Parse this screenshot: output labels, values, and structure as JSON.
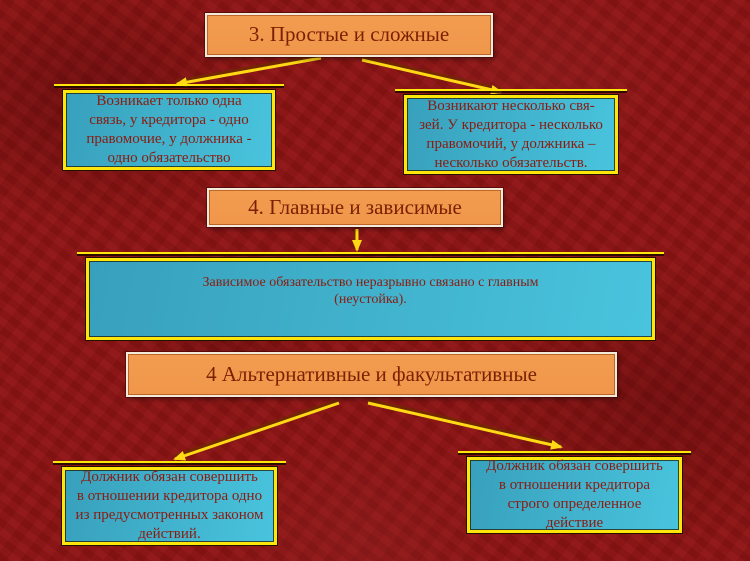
{
  "palette": {
    "bg_red": "#8c1414",
    "orange_fill": "#f0964a",
    "orange_border": "#f3ead9",
    "teal_dark": "#38a0bc",
    "teal_light": "#49c4de",
    "yellow_border": "#ffe60a",
    "arrow_yellow": "#ffd916",
    "arrow_shadow": "#6e2a00",
    "title_text": "#7a2104",
    "body_text": "#8b1c10"
  },
  "diagram": {
    "title_simple_complex": "3. Простые и сложные",
    "simple_text": "Возникает только одна\nсвязь, у кредитора - одно\nправомочие, у должника -\nодно обязательство",
    "complex_text": "Возникают несколько свя-\nзей. У кредитора - несколько\nправомочий, у должника –\nнесколько обязательств.",
    "title_main_dependent": "4. Главные и зависимые",
    "dependent_text": "Зависимое обязательство неразрывно связано с главным\n(неустойка).",
    "title_alternative_facultative": "4 Альтернативные и факультативные",
    "alternative_text": "Должник обязан совершить\nв отношении кредитора одно\nиз предусмотренных законом\nдействий.",
    "facultative_text": "Должник обязан совершить\nв отношении кредитора\nстрого определенное\nдействие"
  }
}
